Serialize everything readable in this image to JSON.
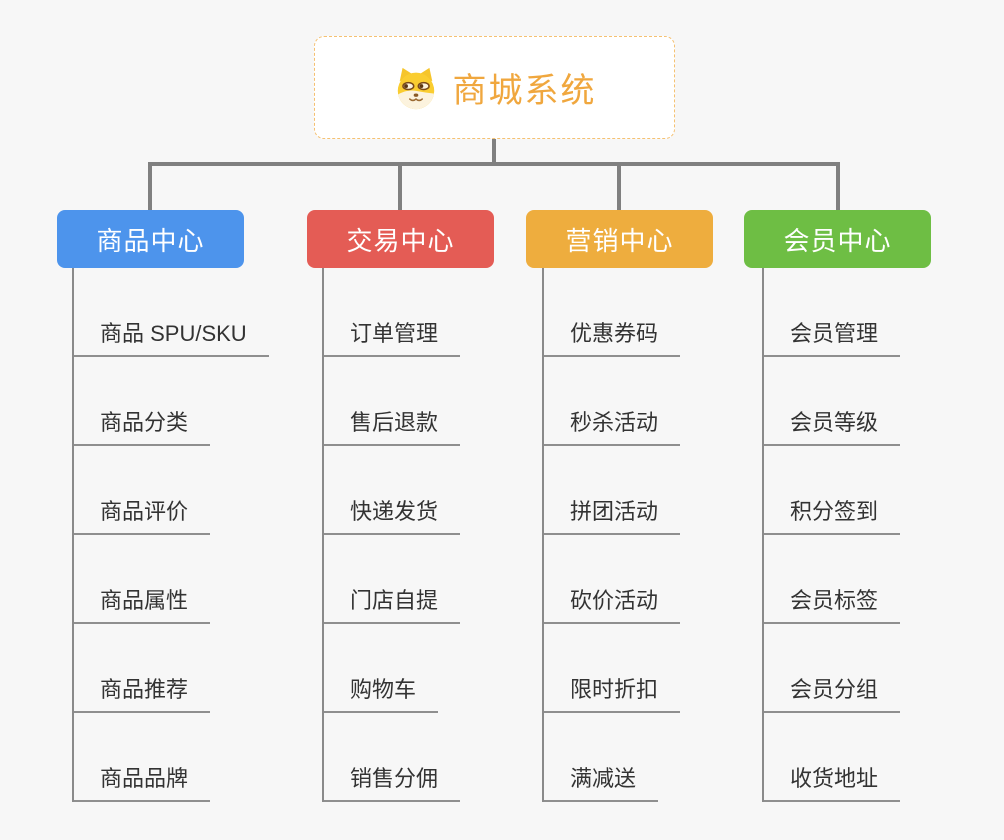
{
  "root": {
    "label": "商城系统",
    "icon": "shiba-dog-icon",
    "text_color": "#F0A73E",
    "border_color": "#F5C172"
  },
  "branches": [
    {
      "label": "商品中心",
      "color": "#4D94EC",
      "items": [
        "商品 SPU/SKU",
        "商品分类",
        "商品评价",
        "商品属性",
        "商品推荐",
        "商品品牌"
      ]
    },
    {
      "label": "交易中心",
      "color": "#E45C55",
      "items": [
        "订单管理",
        "售后退款",
        "快递发货",
        "门店自提",
        "购物车",
        "销售分佣"
      ]
    },
    {
      "label": "营销中心",
      "color": "#EEAD3E",
      "items": [
        "优惠券码",
        "秒杀活动",
        "拼团活动",
        "砍价活动",
        "限时折扣",
        "满减送"
      ]
    },
    {
      "label": "会员中心",
      "color": "#6EBE44",
      "items": [
        "会员管理",
        "会员等级",
        "积分签到",
        "会员标签",
        "会员分组",
        "收货地址"
      ]
    }
  ],
  "colors": {
    "background": "#F7F7F7",
    "connector": "#808080",
    "branch_line": "#8A8A8A",
    "item_text": "#333333"
  }
}
